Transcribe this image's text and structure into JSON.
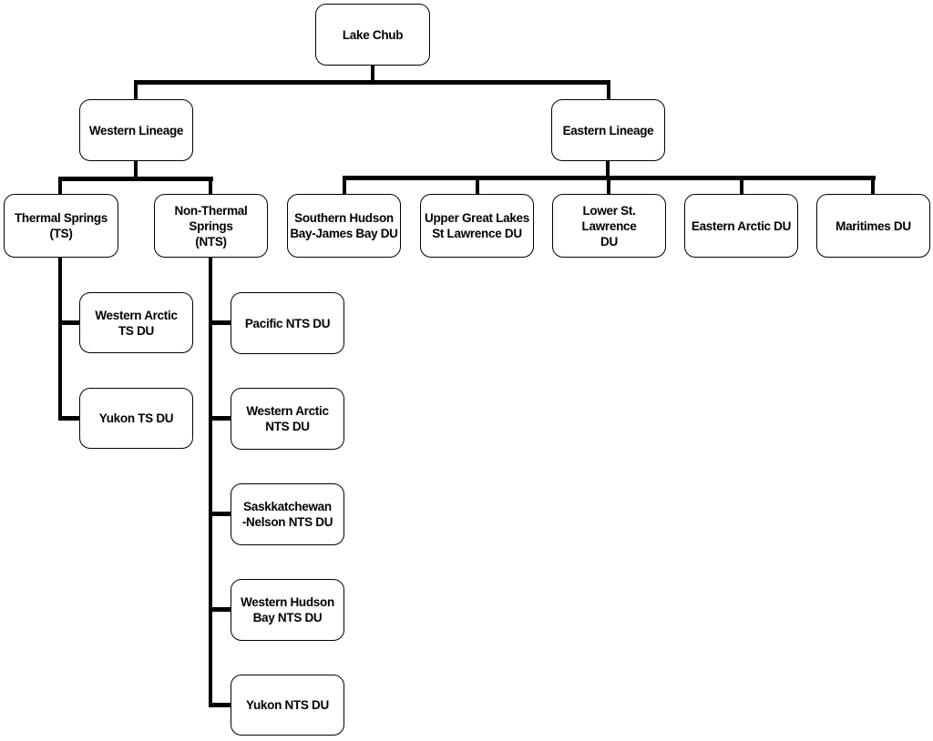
{
  "nodes": {
    "lake_chub": {
      "label": "Lake Chub"
    },
    "western_lineage": {
      "label": "Western Lineage"
    },
    "eastern_lineage": {
      "label": "Eastern Lineage"
    },
    "thermal_springs": {
      "label": "Thermal Springs\n(TS)"
    },
    "non_thermal_springs": {
      "label": "Non-Thermal\nSprings\n(NTS)"
    },
    "southern_hudson_bay_james_bay": {
      "label": "Southern Hudson\nBay-James Bay DU"
    },
    "upper_great_lakes_st_lawrence": {
      "label": "Upper Great Lakes\nSt Lawrence DU"
    },
    "lower_st_lawrence": {
      "label": "Lower St. Lawrence\nDU"
    },
    "eastern_arctic": {
      "label": "Eastern Arctic DU"
    },
    "maritimes": {
      "label": "Maritimes DU"
    },
    "western_arctic_ts": {
      "label": "Western Arctic\nTS DU"
    },
    "yukon_ts": {
      "label": "Yukon TS DU"
    },
    "pacific_nts": {
      "label": "Pacific NTS DU"
    },
    "saskkatchewan_nelson_nts": {
      "label": "Saskkatchewan\n-Nelson NTS DU"
    },
    "western_arctic_nts": {
      "label": "Western Arctic\nNTS DU"
    },
    "western_hudson_bay_nts": {
      "label": "Western Hudson\nBay NTS DU"
    },
    "yukon_nts": {
      "label": "Yukon NTS DU"
    }
  },
  "hierarchy": {
    "Lake Chub": {
      "Western Lineage": {
        "Thermal Springs (TS)": [
          "Western Arctic TS DU",
          "Yukon TS DU"
        ],
        "Non-Thermal Springs (NTS)": [
          "Pacific NTS DU",
          "Western Arctic NTS DU",
          "Saskkatchewan-Nelson NTS DU",
          "Western Hudson Bay NTS DU",
          "Yukon NTS DU"
        ]
      },
      "Eastern Lineage": [
        "Southern Hudson Bay-James Bay DU",
        "Upper Great Lakes St Lawrence DU",
        "Lower St. Lawrence DU",
        "Eastern Arctic DU",
        "Maritimes DU"
      ]
    }
  },
  "colors": {
    "line": "#000000",
    "box_border": "#000000",
    "box_background": "#ffffff",
    "text": "#000000",
    "page_background": "#ffffff"
  }
}
